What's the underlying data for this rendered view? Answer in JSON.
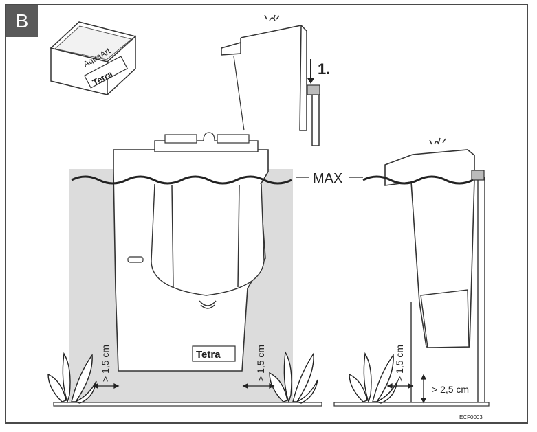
{
  "panel_label": "B",
  "step_label": "1.",
  "max_label": "MAX",
  "spacing_labels": {
    "left": "> 1,5 cm",
    "middle": "> 1,5 cm",
    "right": "> 1,5 cm",
    "bottom": "> 2,5 cm"
  },
  "box_text": {
    "brand": "AquaArt",
    "logo": "Tetra"
  },
  "filter_logo": "Tetra",
  "code": "ECF0003"
}
